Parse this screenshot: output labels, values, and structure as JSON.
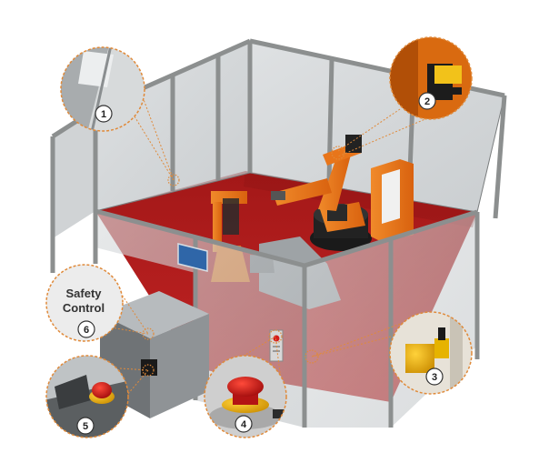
{
  "figure": {
    "callouts": [
      {
        "number": "1",
        "subject": "fence-panel-detail"
      },
      {
        "number": "2",
        "subject": "robot-sensor-detail"
      },
      {
        "number": "3",
        "subject": "door-safety-switch"
      },
      {
        "number": "4",
        "subject": "emergency-stop-button"
      },
      {
        "number": "5",
        "subject": "control-box-emergency-stop"
      },
      {
        "number": "6",
        "subject": "safety-control"
      }
    ],
    "safety_control_label": {
      "line1": "Safety",
      "line2": "Control"
    },
    "colors": {
      "floor_red": "#b31c1c",
      "robot_orange": "#e8751a",
      "frame_gray": "#8c8f8f",
      "glass": "#c9cdcf",
      "callout_ring": "#e08a3a"
    }
  }
}
